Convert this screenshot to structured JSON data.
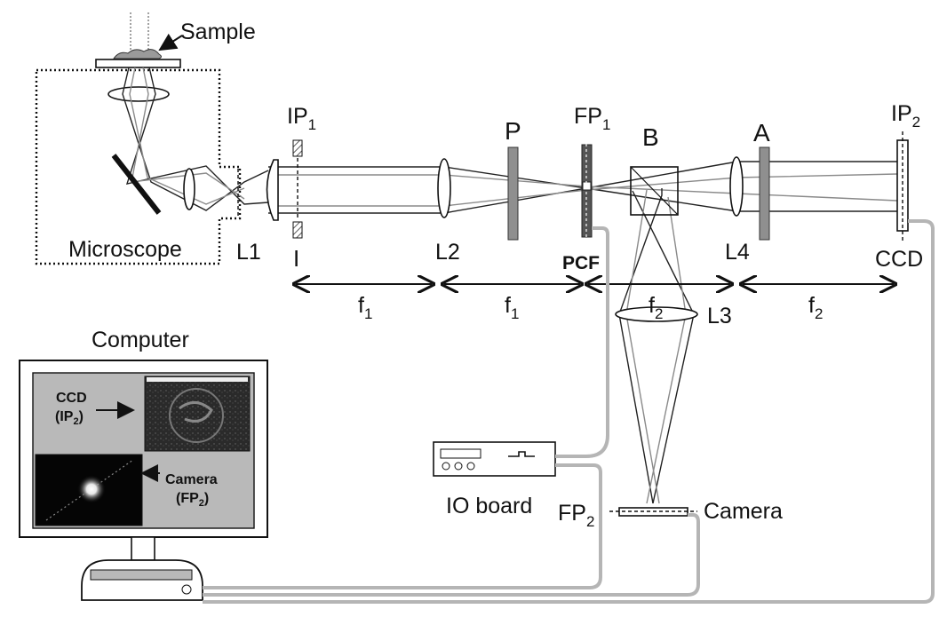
{
  "labels": {
    "sample": "Sample",
    "microscope": "Microscope",
    "ip1": "IP",
    "ip1_sub": "1",
    "fp1": "FP",
    "fp1_sub": "1",
    "p": "P",
    "b": "B",
    "a": "A",
    "ip2": "IP",
    "ip2_sub": "2",
    "l1": "L1",
    "l2": "L2",
    "l3": "L3",
    "l4": "L4",
    "pcf": "PCF",
    "ccd": "CCD",
    "iris": "I",
    "f1a": "f",
    "f1a_sub": "1",
    "f1b": "f",
    "f1b_sub": "1",
    "f2a": "f",
    "f2a_sub": "2",
    "f2b": "f",
    "f2b_sub": "2",
    "computer": "Computer",
    "io_board": "IO board",
    "fp2": "FP",
    "fp2_sub": "2",
    "camera": "Camera"
  },
  "screen": {
    "ccd_label": "CCD",
    "ccd_sub_open": "(IP",
    "ccd_sub": "2",
    "ccd_sub_close": ")",
    "camera_label": "Camera",
    "camera_sub_open": "(FP",
    "camera_sub": "2",
    "camera_sub_close": ")"
  },
  "colors": {
    "line": "#111111",
    "wire": "#b5b5b5",
    "filter": "#8f8f8f",
    "monitor_bg": "#b9b9b9"
  }
}
